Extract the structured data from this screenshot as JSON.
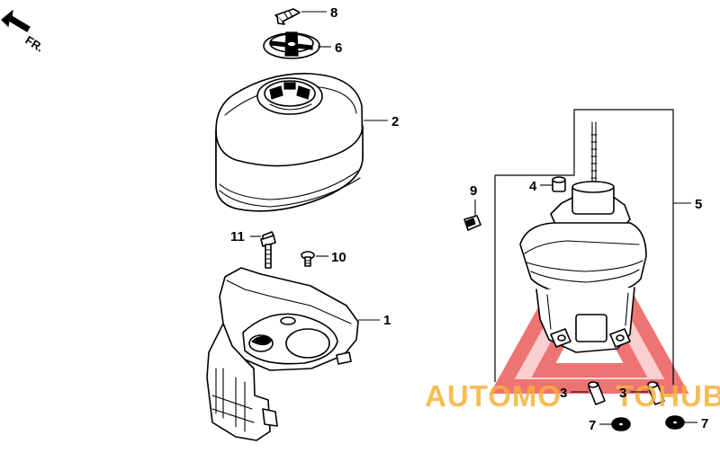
{
  "direction_label": "FR.",
  "callouts": [
    {
      "id": "c1",
      "text": "1"
    },
    {
      "id": "c2",
      "text": "2"
    },
    {
      "id": "c3a",
      "text": "3"
    },
    {
      "id": "c3b",
      "text": "3"
    },
    {
      "id": "c4",
      "text": "4"
    },
    {
      "id": "c5",
      "text": "5"
    },
    {
      "id": "c6",
      "text": "6"
    },
    {
      "id": "c7a",
      "text": "7"
    },
    {
      "id": "c7b",
      "text": "7"
    },
    {
      "id": "c8",
      "text": "8"
    },
    {
      "id": "c9",
      "text": "9"
    },
    {
      "id": "c10",
      "text": "10"
    },
    {
      "id": "c11",
      "text": "11"
    }
  ],
  "watermark": {
    "text_left": "AUTOMO",
    "text_right": "TOHUB",
    "text_color": "#f5b23a",
    "emblem_color": "#e83a3a"
  },
  "colors": {
    "line": "#000000",
    "background": "#ffffff"
  }
}
